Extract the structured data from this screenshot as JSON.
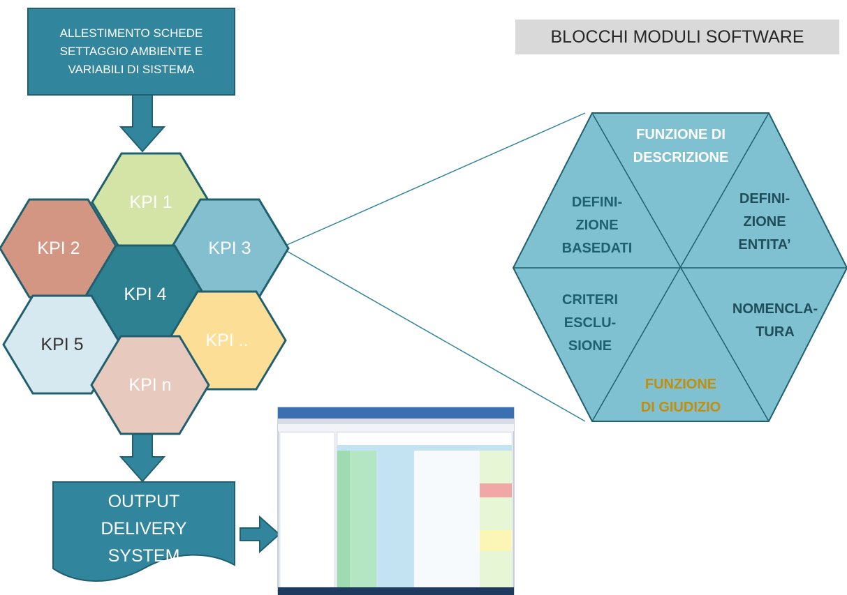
{
  "title": "BLOCCHI MODULI SOFTWARE",
  "setup_box": {
    "lines": [
      "ALLESTIMENTO SCHEDE",
      "SETTAGGIO AMBIENTE E",
      "VARIABILI DI SISTEMA"
    ]
  },
  "output_box": {
    "lines": [
      "OUTPUT",
      "DELIVERY",
      "SYSTEM"
    ]
  },
  "kpis": [
    {
      "id": "kpi1",
      "label": "KPI 1",
      "color": "#d4e3a6",
      "text_color": "#ffffff"
    },
    {
      "id": "kpi2",
      "label": "KPI 2",
      "color": "#d39682",
      "text_color": "#ffffff"
    },
    {
      "id": "kpi3",
      "label": "KPI 3",
      "color": "#83bfcf",
      "text_color": "#ffffff"
    },
    {
      "id": "kpi4",
      "label": "KPI 4",
      "color": "#2e8191",
      "text_color": "#ffffff"
    },
    {
      "id": "kpi5",
      "label": "KPI 5",
      "color": "#d7e9f0",
      "text_color": "#333333"
    },
    {
      "id": "kpi6",
      "label": "KPI ..",
      "color": "#fcde97",
      "text_color": "#ffffff"
    },
    {
      "id": "kpin",
      "label": "KPI n",
      "color": "#e8c9bd",
      "text_color": "#ffffff"
    }
  ],
  "modules": [
    {
      "id": "descrizione",
      "lines": [
        "FUNZIONE DI",
        "DESCRIZIONE"
      ],
      "color": "#ffffff"
    },
    {
      "id": "entita",
      "lines": [
        "DEFINI-",
        "ZIONE",
        "ENTITA’"
      ],
      "color": "#1f4e5a"
    },
    {
      "id": "nomenclatura",
      "lines": [
        "NOMENCLA-",
        "TURA"
      ],
      "color": "#1f4e5a"
    },
    {
      "id": "giudizio",
      "lines": [
        "FUNZIONE",
        "DI GIUDIZIO"
      ],
      "color": "#c28e0e"
    },
    {
      "id": "criteri",
      "lines": [
        "CRITERI",
        "ESCLU-",
        "SIONE"
      ],
      "color": "#1f5f6e"
    },
    {
      "id": "basedati",
      "lines": [
        "DEFINI-",
        "ZIONE",
        "BASEDATI"
      ],
      "color": "#1f5f6e"
    }
  ],
  "colors": {
    "box_fill": "#31859c",
    "box_border": "#1f5f6e",
    "hex_border": "#1f5f6e",
    "big_hex_fill": "#7fc0d1"
  }
}
